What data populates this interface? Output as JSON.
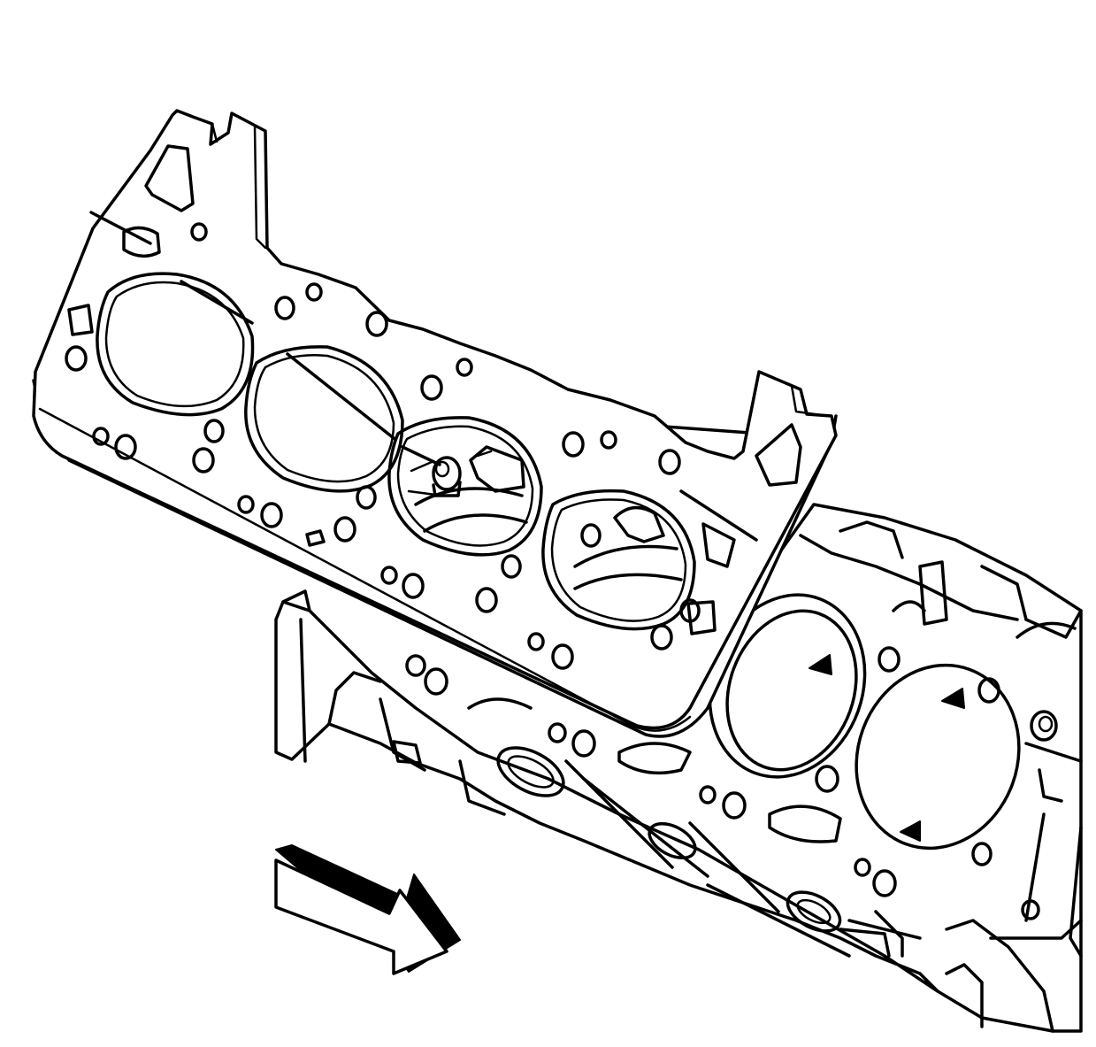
{
  "figure": {
    "subject": "cylinder-head-gasket-installation",
    "colors": {
      "line": "#000000",
      "background": "#ffffff"
    },
    "components": [
      "head-gasket",
      "engine-block-deck",
      "dowel-pin-front",
      "dowel-pin-rear",
      "direction-arrow"
    ]
  }
}
